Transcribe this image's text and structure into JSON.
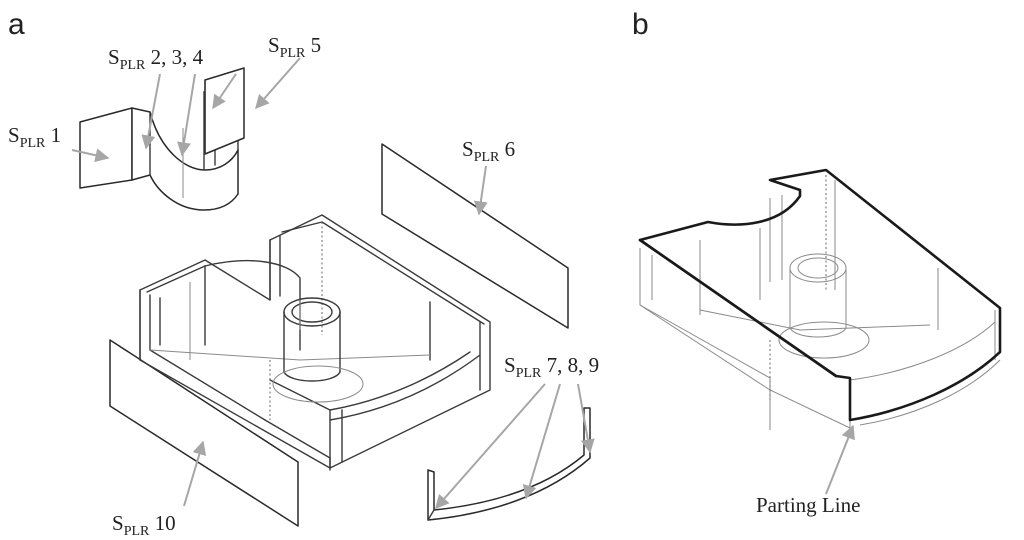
{
  "panels": {
    "a": "a",
    "b": "b"
  },
  "labels": {
    "splr1": {
      "main": "S",
      "sub": "PLR",
      "suffix": " 1"
    },
    "splr234": {
      "main": "S",
      "sub": "PLR",
      "suffix": " 2, 3, 4"
    },
    "splr5": {
      "main": "S",
      "sub": "PLR",
      "suffix": " 5"
    },
    "splr6": {
      "main": "S",
      "sub": "PLR",
      "suffix": " 6"
    },
    "splr789": {
      "main": "S",
      "sub": "PLR",
      "suffix": " 7, 8, 9"
    },
    "splr10": {
      "main": "S",
      "sub": "PLR",
      "suffix": " 10"
    },
    "parting_line": "Parting Line"
  },
  "colors": {
    "arrow": "#a6a6a6",
    "line": "#3a3a3a",
    "parting_line": "#1a1a1a"
  }
}
